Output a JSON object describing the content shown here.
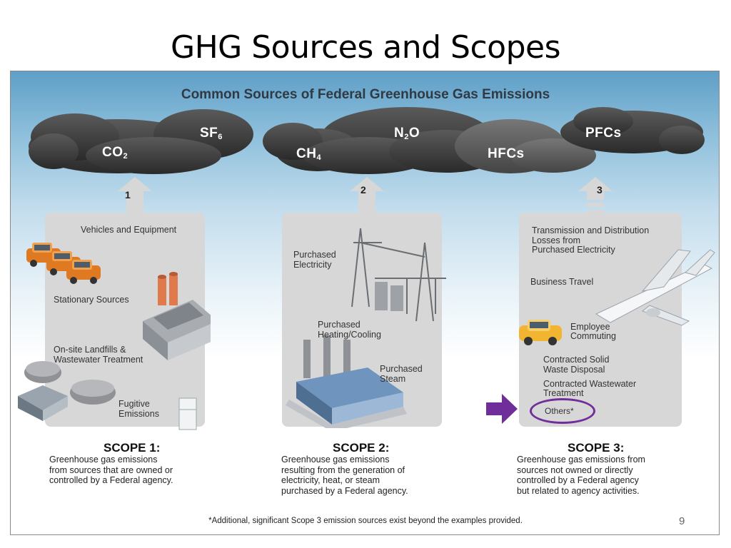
{
  "slide": {
    "title": "GHG Sources and Scopes",
    "page_number": "9"
  },
  "diagram": {
    "title": "Common Sources of Federal Greenhouse Gas Emissions",
    "gases": [
      {
        "base": "CO",
        "sub": "2"
      },
      {
        "base": "SF",
        "sub": "6"
      },
      {
        "base": "CH",
        "sub": "4"
      },
      {
        "base": "N",
        "sub": "2",
        "suffix": "O"
      },
      {
        "base": "HFCs",
        "sub": ""
      },
      {
        "base": "PFCs",
        "sub": ""
      }
    ],
    "arrows": [
      "1",
      "2",
      "3"
    ],
    "scope1": {
      "labels": [
        "Vehicles and Equipment",
        "Stationary Sources",
        "On-site Landfills &",
        "Wastewater Treatment",
        "Fugitive",
        "Emissions"
      ],
      "heading": "SCOPE 1:",
      "text": [
        "Greenhouse gas emissions",
        "from sources that are owned or",
        "controlled by a Federal agency."
      ]
    },
    "scope2": {
      "labels": [
        "Purchased",
        "Electricity",
        "Purchased",
        "Heating/Cooling",
        "Purchased",
        "Steam"
      ],
      "heading": "SCOPE 2:",
      "text": [
        "Greenhouse gas emissions",
        "resulting from the generation of",
        "electricity, heat, or steam",
        "purchased by a Federal agency."
      ]
    },
    "scope3": {
      "labels": [
        "Transmission and Distribution",
        "Losses from",
        "Purchased Electricity",
        "Business Travel",
        "Employee",
        "Commuting",
        "Contracted Solid",
        "Waste Disposal",
        "Contracted Wastewater",
        "Treatment",
        "Others*"
      ],
      "heading": "SCOPE 3:",
      "text": [
        "Greenhouse gas emissions from",
        "sources not owned or directly",
        "controlled by a Federal agency",
        "but related to agency activities."
      ]
    },
    "footnote": "*Additional, significant Scope 3 emission sources exist beyond the examples provided."
  },
  "colors": {
    "cloud_dark": "#2b2b2b",
    "cloud_mid": "#4a4a4a",
    "cloud_light": "#6a6a6a",
    "panel": "#d7d7d7",
    "highlight": "#6f2e9a"
  }
}
